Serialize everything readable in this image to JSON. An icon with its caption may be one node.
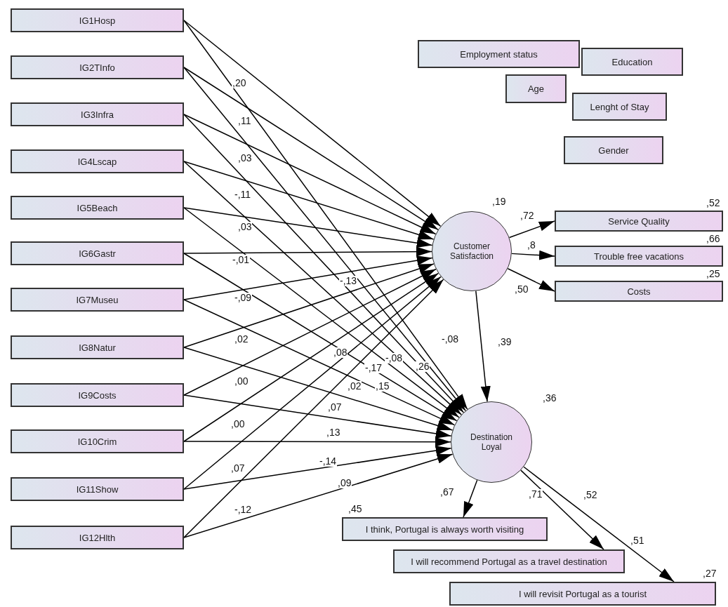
{
  "diagram": {
    "nodes": [
      {
        "text": [
          "IG1Hosp"
        ]
      },
      {
        "text": [
          "IG2TInfo"
        ]
      },
      {
        "text": [
          "IG3Infra"
        ]
      },
      {
        "text": [
          "IG4Lscap"
        ]
      },
      {
        "text": [
          "IG5Beach"
        ]
      },
      {
        "text": [
          "IG6Gastr"
        ]
      },
      {
        "text": [
          "IG7Museu"
        ]
      },
      {
        "text": [
          "IG8Natur"
        ]
      },
      {
        "text": [
          "IG9Costs"
        ]
      },
      {
        "text": [
          "IG10Crim"
        ]
      },
      {
        "text": [
          "IG11Show"
        ]
      },
      {
        "text": [
          "IG12Hlth"
        ]
      },
      {
        "text": [
          "Employment status"
        ]
      },
      {
        "text": [
          "Education"
        ]
      },
      {
        "text": [
          "Age"
        ]
      },
      {
        "text": [
          "Lenght of Stay"
        ]
      },
      {
        "text": [
          "Gender"
        ]
      },
      {
        "text": [
          "Customer Satisfaction"
        ],
        "beside": [
          ",19"
        ]
      },
      {
        "text": [
          "Service Quality"
        ],
        "beside": [
          ",52"
        ]
      },
      {
        "text": [
          "Trouble free vacations"
        ],
        "beside": [
          ",66"
        ]
      },
      {
        "text": [
          "Costs"
        ],
        "beside": [
          ",25"
        ]
      },
      {
        "text": [
          "Destination Loyal"
        ],
        "beside": [
          ",36"
        ]
      },
      {
        "text": [
          "I think, Portugal is always worth visiting"
        ],
        "beside": [
          ",45"
        ]
      },
      {
        "text": [
          "I will recommend Portugal as a travel destination"
        ],
        "beside": [
          ",51"
        ]
      },
      {
        "text": [
          "I will revisit Portugal as a tourist"
        ],
        "beside": [
          ",27"
        ]
      }
    ],
    "edges": [
      {
        "from": 0,
        "to": 17,
        "arrow": "to"
      },
      {
        "from": 1,
        "to": 17,
        "arrow": "to"
      },
      {
        "from": 2,
        "to": 17,
        "arrow": "to"
      },
      {
        "from": 3,
        "to": 17,
        "arrow": "to"
      },
      {
        "from": 4,
        "to": 17,
        "arrow": "to"
      },
      {
        "from": 5,
        "to": 17,
        "arrow": "to"
      },
      {
        "from": 6,
        "to": 17,
        "arrow": "to"
      },
      {
        "from": 7,
        "to": 17,
        "arrow": "to"
      },
      {
        "from": 8,
        "to": 17,
        "arrow": "to"
      },
      {
        "from": 9,
        "to": 17,
        "arrow": "to"
      },
      {
        "from": 10,
        "to": 17,
        "arrow": "to"
      },
      {
        "from": 11,
        "to": 17,
        "arrow": "to"
      },
      {
        "from": 0,
        "to": 21,
        "arrow": "to"
      },
      {
        "from": 1,
        "to": 21,
        "arrow": "to"
      },
      {
        "from": 2,
        "to": 21,
        "arrow": "to"
      },
      {
        "from": 3,
        "to": 21,
        "arrow": "to"
      },
      {
        "from": 4,
        "to": 21,
        "arrow": "to"
      },
      {
        "from": 5,
        "to": 21,
        "arrow": "to"
      },
      {
        "from": 6,
        "to": 21,
        "arrow": "to"
      },
      {
        "from": 7,
        "to": 21,
        "arrow": "to"
      },
      {
        "from": 8,
        "to": 21,
        "arrow": "to"
      },
      {
        "from": 9,
        "to": 21,
        "arrow": "to"
      },
      {
        "from": 10,
        "to": 21,
        "arrow": "to"
      },
      {
        "from": 11,
        "to": 21,
        "arrow": "to"
      },
      {
        "from": 17,
        "to": 21,
        "arrow": "to",
        "label": ",39"
      },
      {
        "from": 17,
        "to": 18,
        "arrow": "to",
        "label": ",72"
      },
      {
        "from": 17,
        "to": 19,
        "arrow": "to",
        "label": ",8"
      },
      {
        "from": 17,
        "to": 20,
        "arrow": "to",
        "label": ",50"
      },
      {
        "from": 21,
        "to": 22,
        "arrow": "to",
        "label": ",67"
      },
      {
        "from": 21,
        "to": 23,
        "arrow": "to",
        "label": ",71"
      },
      {
        "from": 21,
        "to": 24,
        "arrow": "to"
      }
    ],
    "labels": [
      ",20",
      ",11",
      ",03",
      "-,11",
      ",03",
      "-,01",
      "-,13",
      "-,09",
      ",02",
      "-,08",
      ",08",
      "-,08",
      ",26",
      "-,17",
      ",00",
      ",02",
      ",15",
      ",07",
      ",13",
      ",00",
      ",07",
      "-,14",
      ",09",
      "-,12",
      ",52"
    ]
  }
}
